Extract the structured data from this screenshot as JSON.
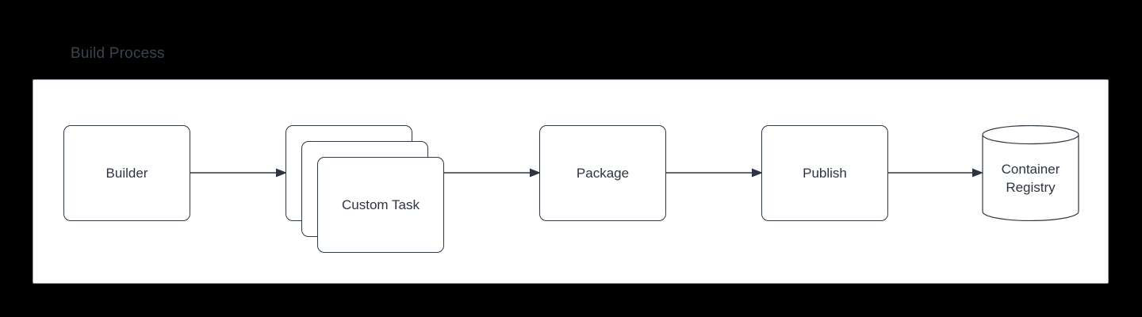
{
  "diagram": {
    "title": "Build Process",
    "title_color": "#3b434f",
    "panel_background": "#ffffff",
    "page_background": "#000000",
    "node_border_color": "#303a45",
    "node_text_color": "#2e3542",
    "connector_color": "#2e3542",
    "nodes": [
      {
        "id": "builder",
        "label": "Builder",
        "shape": "rounded-rect"
      },
      {
        "id": "custom_task_back",
        "label": "",
        "shape": "rounded-rect"
      },
      {
        "id": "custom_task_middle",
        "label": "",
        "shape": "rounded-rect"
      },
      {
        "id": "custom_task",
        "label": "Custom Task",
        "shape": "rounded-rect-stack"
      },
      {
        "id": "package",
        "label": "Package",
        "shape": "rounded-rect"
      },
      {
        "id": "publish",
        "label": "Publish",
        "shape": "rounded-rect"
      },
      {
        "id": "registry",
        "label_line1": "Container",
        "label_line2": "Registry",
        "shape": "cylinder"
      }
    ],
    "connectors": [
      {
        "id": "builder-to-custom-task",
        "from": "builder",
        "to": "custom_task",
        "arrowhead": "filled-triangle"
      },
      {
        "id": "custom-task-to-package",
        "from": "custom_task",
        "to": "package",
        "arrowhead": "filled-triangle"
      },
      {
        "id": "package-to-publish",
        "from": "package",
        "to": "publish",
        "arrowhead": "filled-triangle"
      },
      {
        "id": "publish-to-registry",
        "from": "publish",
        "to": "registry",
        "arrowhead": "filled-triangle"
      }
    ]
  }
}
